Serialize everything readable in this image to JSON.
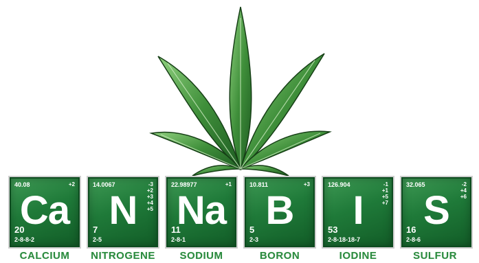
{
  "elements": [
    {
      "symbol": "Ca",
      "mass": "40.08",
      "oxidation": "+2",
      "number": "20",
      "config": "2-8-8-2",
      "name": "CALCIUM"
    },
    {
      "symbol": "N",
      "mass": "14.0067",
      "oxidation": "-3\n+2\n+3\n+4\n+5",
      "number": "7",
      "config": "2-5",
      "name": "NITROGENE"
    },
    {
      "symbol": "Na",
      "mass": "22.98977",
      "oxidation": "+1",
      "number": "11",
      "config": "2-8-1",
      "name": "SODIUM"
    },
    {
      "symbol": "B",
      "mass": "10.811",
      "oxidation": "+3",
      "number": "5",
      "config": "2-3",
      "name": "BORON"
    },
    {
      "symbol": "I",
      "mass": "126.904",
      "oxidation": "-1\n+1\n+5\n+7",
      "number": "53",
      "config": "2-8-18-18-7",
      "name": "IODINE"
    },
    {
      "symbol": "S",
      "mass": "32.065",
      "oxidation": "-2\n+4\n+6",
      "number": "16",
      "config": "2-8-6",
      "name": "SULFUR"
    }
  ],
  "colors": {
    "tile": "#1f7a39",
    "name_text": "#2b8a3e",
    "leaf": "#3f8f3a"
  },
  "icons": {
    "leaf": "cannabis-leaf-icon"
  }
}
